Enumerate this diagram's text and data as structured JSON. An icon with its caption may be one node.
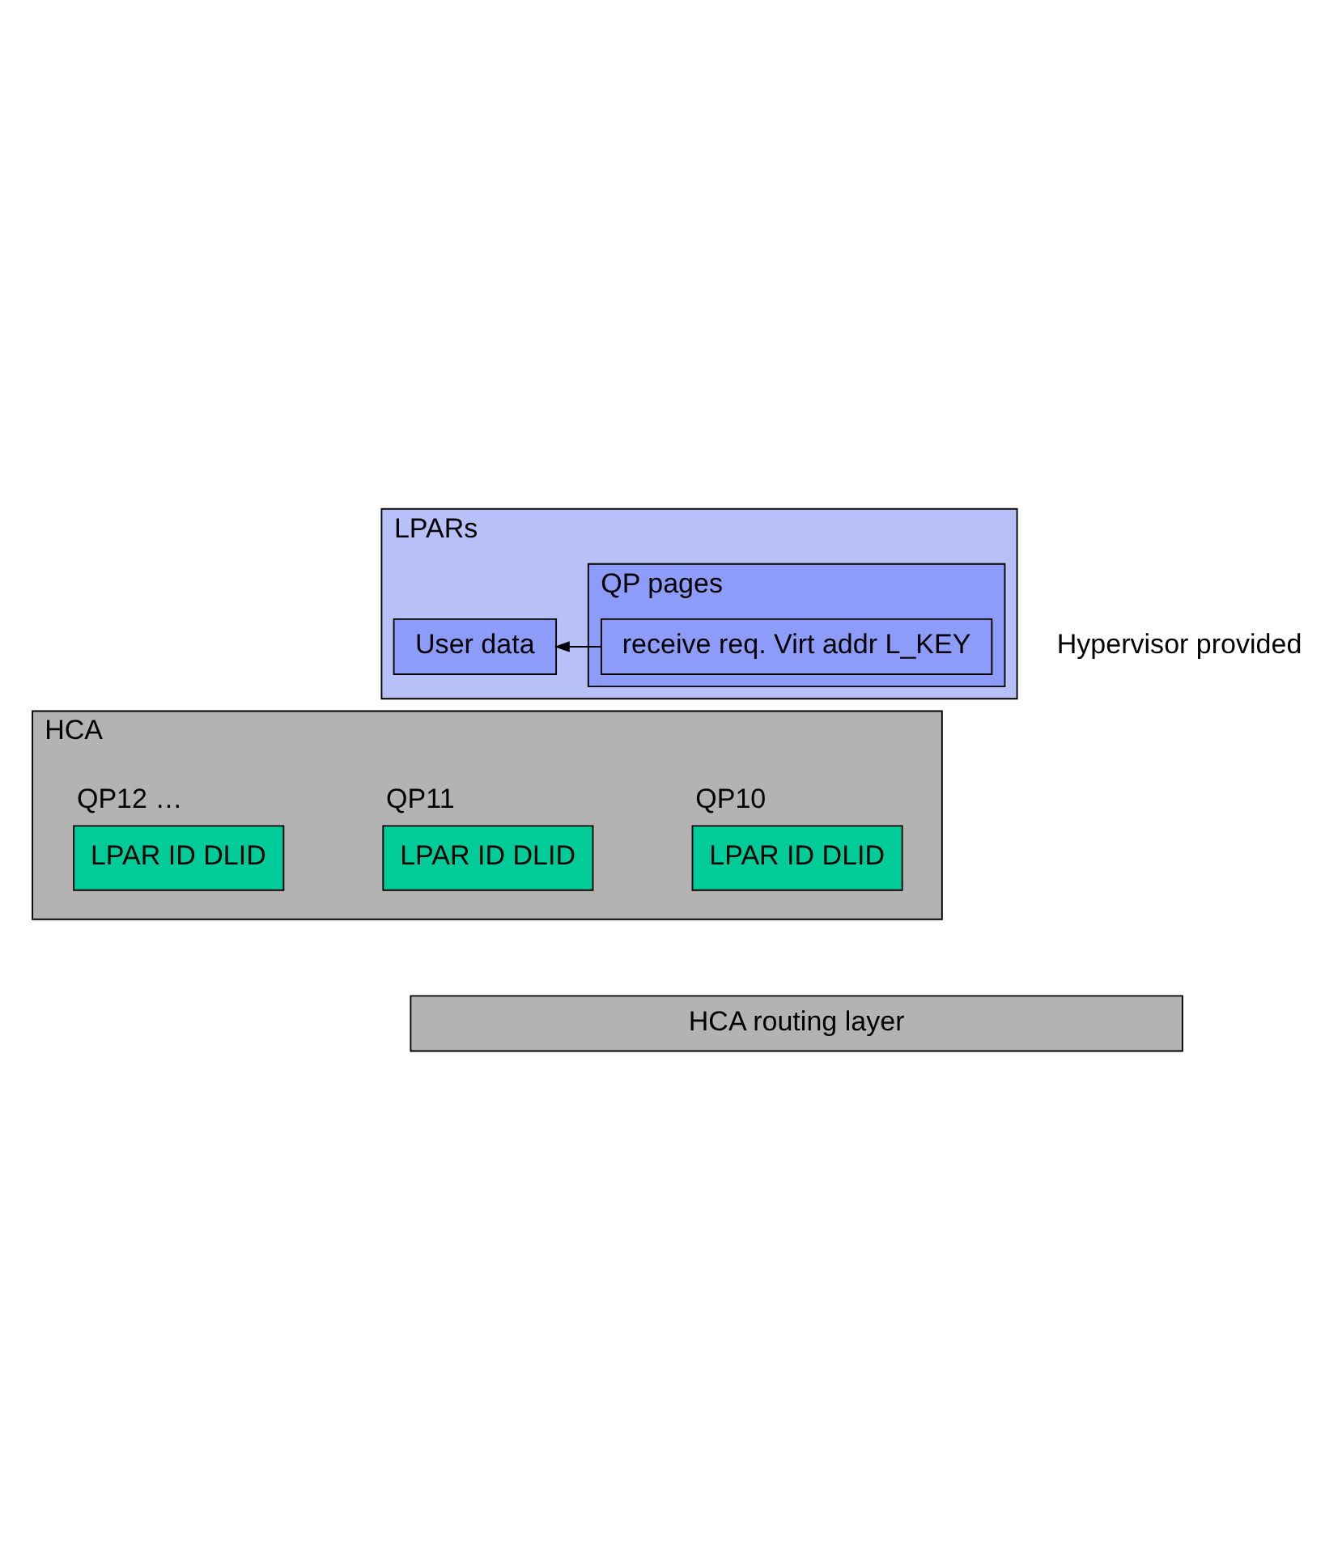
{
  "diagram": {
    "nodes": [
      {
        "text": [
          "LPARs"
        ]
      },
      {
        "text": [
          "QP pages"
        ],
        "in": 0
      },
      {
        "text": [
          "receive req. Virt addr L_KEY"
        ],
        "in": 1
      },
      {
        "text": [
          "User data"
        ],
        "in": 0
      },
      {
        "text": [
          "HCA"
        ]
      },
      {
        "text": [
          "QP10",
          "LPAR ID DLID"
        ],
        "in": 4
      },
      {
        "text": [
          "QP11",
          "LPAR ID DLID"
        ],
        "in": 4
      },
      {
        "text": [
          "QP12 …",
          "LPAR ID DLID"
        ],
        "in": 4
      },
      {
        "text": [
          "HCA routing layer"
        ]
      }
    ],
    "edges": [
      {
        "from": 2,
        "to": 3,
        "arrow": "to"
      }
    ],
    "labels": [
      "Hypervisor provided"
    ]
  }
}
